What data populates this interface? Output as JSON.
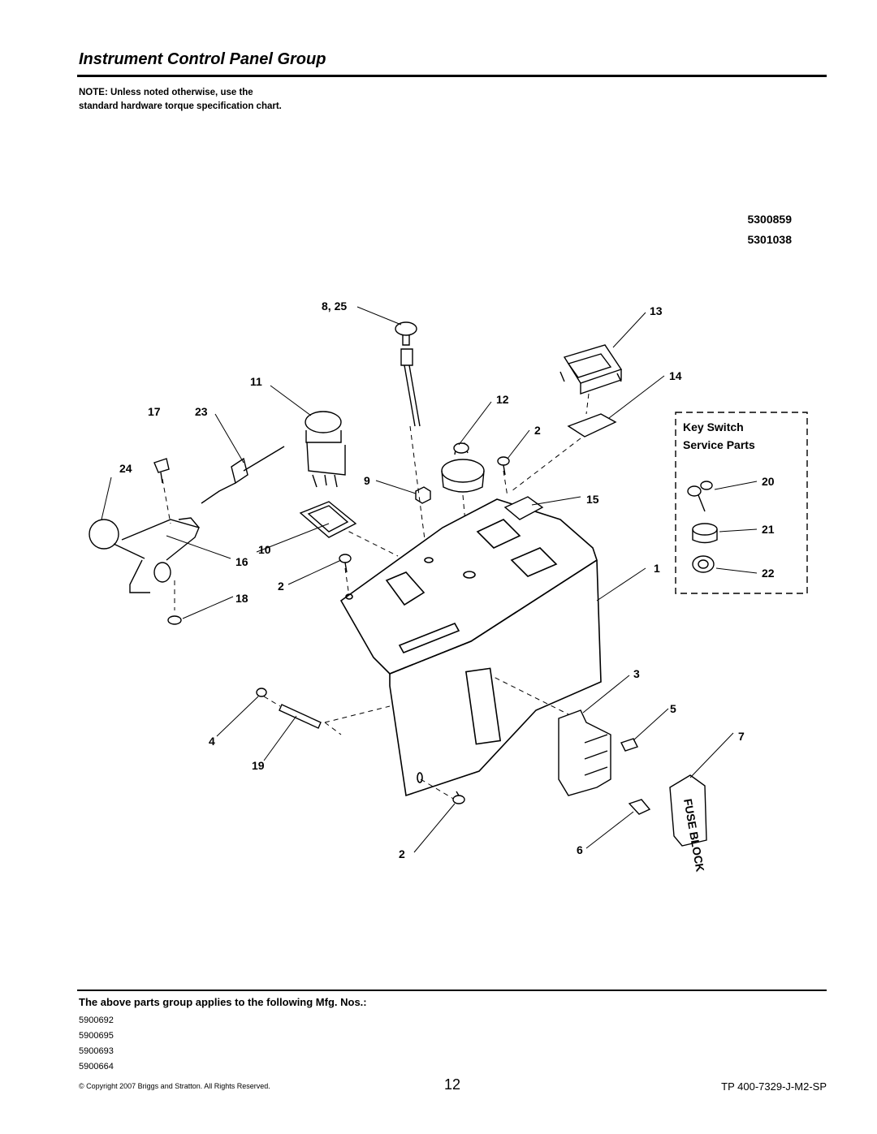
{
  "page": {
    "title": "Instrument Control Panel Group",
    "note": "NOTE: Unless noted otherwise, use the standard hardware torque specification chart.",
    "models": [
      "5300859",
      "5301038"
    ],
    "applies_heading": "The above parts group applies to the following Mfg. Nos.:",
    "mfg_numbers": [
      "5900692",
      "5900695",
      "5900693",
      "5900664"
    ],
    "copyright": "© Copyright  2007 Briggs and Stratton. All Rights Reserved.",
    "page_number": "12",
    "doc_code": "TP 400-7329-J-M2-SP"
  },
  "diagram": {
    "service_box_title_1": "Key Switch",
    "service_box_title_2": "Service Parts",
    "fuse_label": "FUSE BLOCK",
    "callouts": {
      "c8_25": "8, 25",
      "c13": "13",
      "c11": "11",
      "c14": "14",
      "c12": "12",
      "c17": "17",
      "c23": "23",
      "c2a": "2",
      "c24": "24",
      "c9": "9",
      "c15": "15",
      "c20": "20",
      "c21": "21",
      "c10": "10",
      "c16": "16",
      "c1": "1",
      "c22": "22",
      "c2b": "2",
      "c18": "18",
      "c3": "3",
      "c5": "5",
      "c4": "4",
      "c7": "7",
      "c19": "19",
      "c2c": "2",
      "c6": "6"
    }
  }
}
